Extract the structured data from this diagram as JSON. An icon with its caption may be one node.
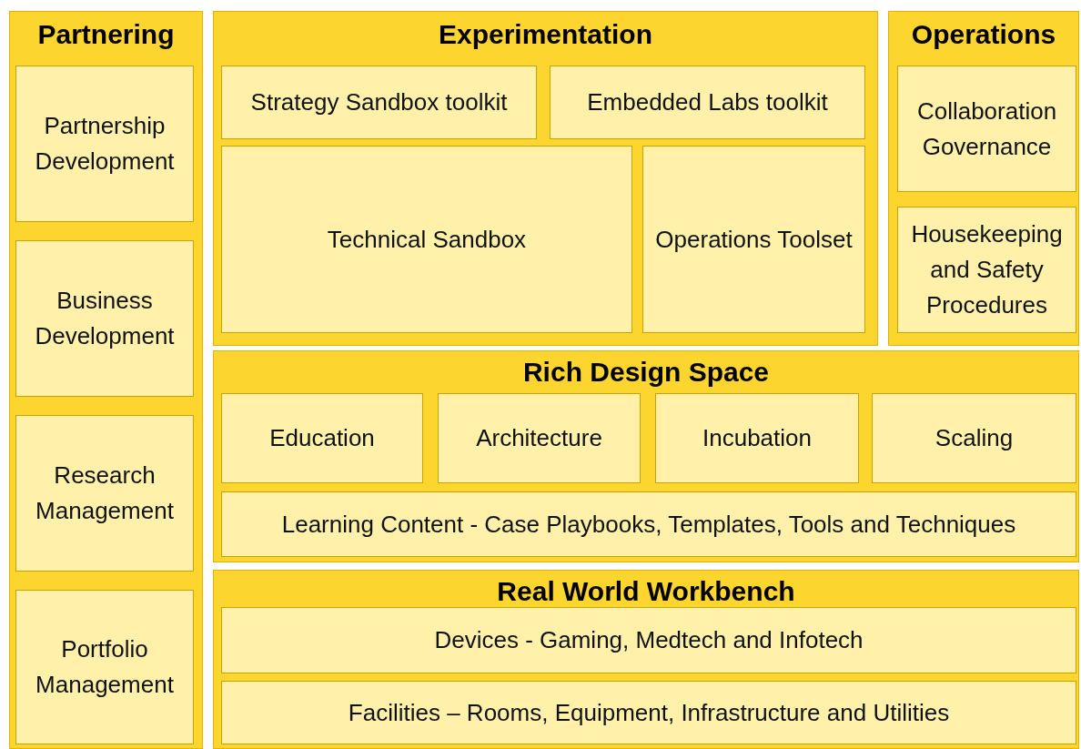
{
  "diagram": {
    "nodes": [
      {
        "text": [
          "Partnering"
        ]
      },
      {
        "text": [
          "Partnership Development"
        ],
        "in": 0
      },
      {
        "text": [
          "Business Development"
        ],
        "in": 0
      },
      {
        "text": [
          "Research Management"
        ],
        "in": 0
      },
      {
        "text": [
          "Portfolio Management"
        ],
        "in": 0
      },
      {
        "text": [
          "Experimentation"
        ]
      },
      {
        "text": [
          "Strategy Sandbox toolkit"
        ],
        "in": 5
      },
      {
        "text": [
          "Embedded Labs toolkit"
        ],
        "in": 5
      },
      {
        "text": [
          "Technical Sandbox"
        ],
        "in": 5
      },
      {
        "text": [
          "Operations Toolset"
        ],
        "in": 5
      },
      {
        "text": [
          "Operations"
        ]
      },
      {
        "text": [
          "Collaboration Governance"
        ],
        "in": 10
      },
      {
        "text": [
          "Housekeeping and Safety Procedures"
        ],
        "in": 10
      },
      {
        "text": [
          "Rich Design Space"
        ]
      },
      {
        "text": [
          "Education"
        ],
        "in": 13
      },
      {
        "text": [
          "Architecture"
        ],
        "in": 13
      },
      {
        "text": [
          "Incubation"
        ],
        "in": 13
      },
      {
        "text": [
          "Scaling"
        ],
        "in": 13
      },
      {
        "text": [
          "Learning Content - Case Playbooks, Templates, Tools and Techniques"
        ],
        "in": 13
      },
      {
        "text": [
          "Real World Workbench"
        ]
      },
      {
        "text": [
          "Devices - Gaming, Medtech and Infotech"
        ],
        "in": 19
      },
      {
        "text": [
          "Facilities – Rooms, Equipment, Infrastructure and Utilities"
        ],
        "in": 19
      }
    ]
  }
}
